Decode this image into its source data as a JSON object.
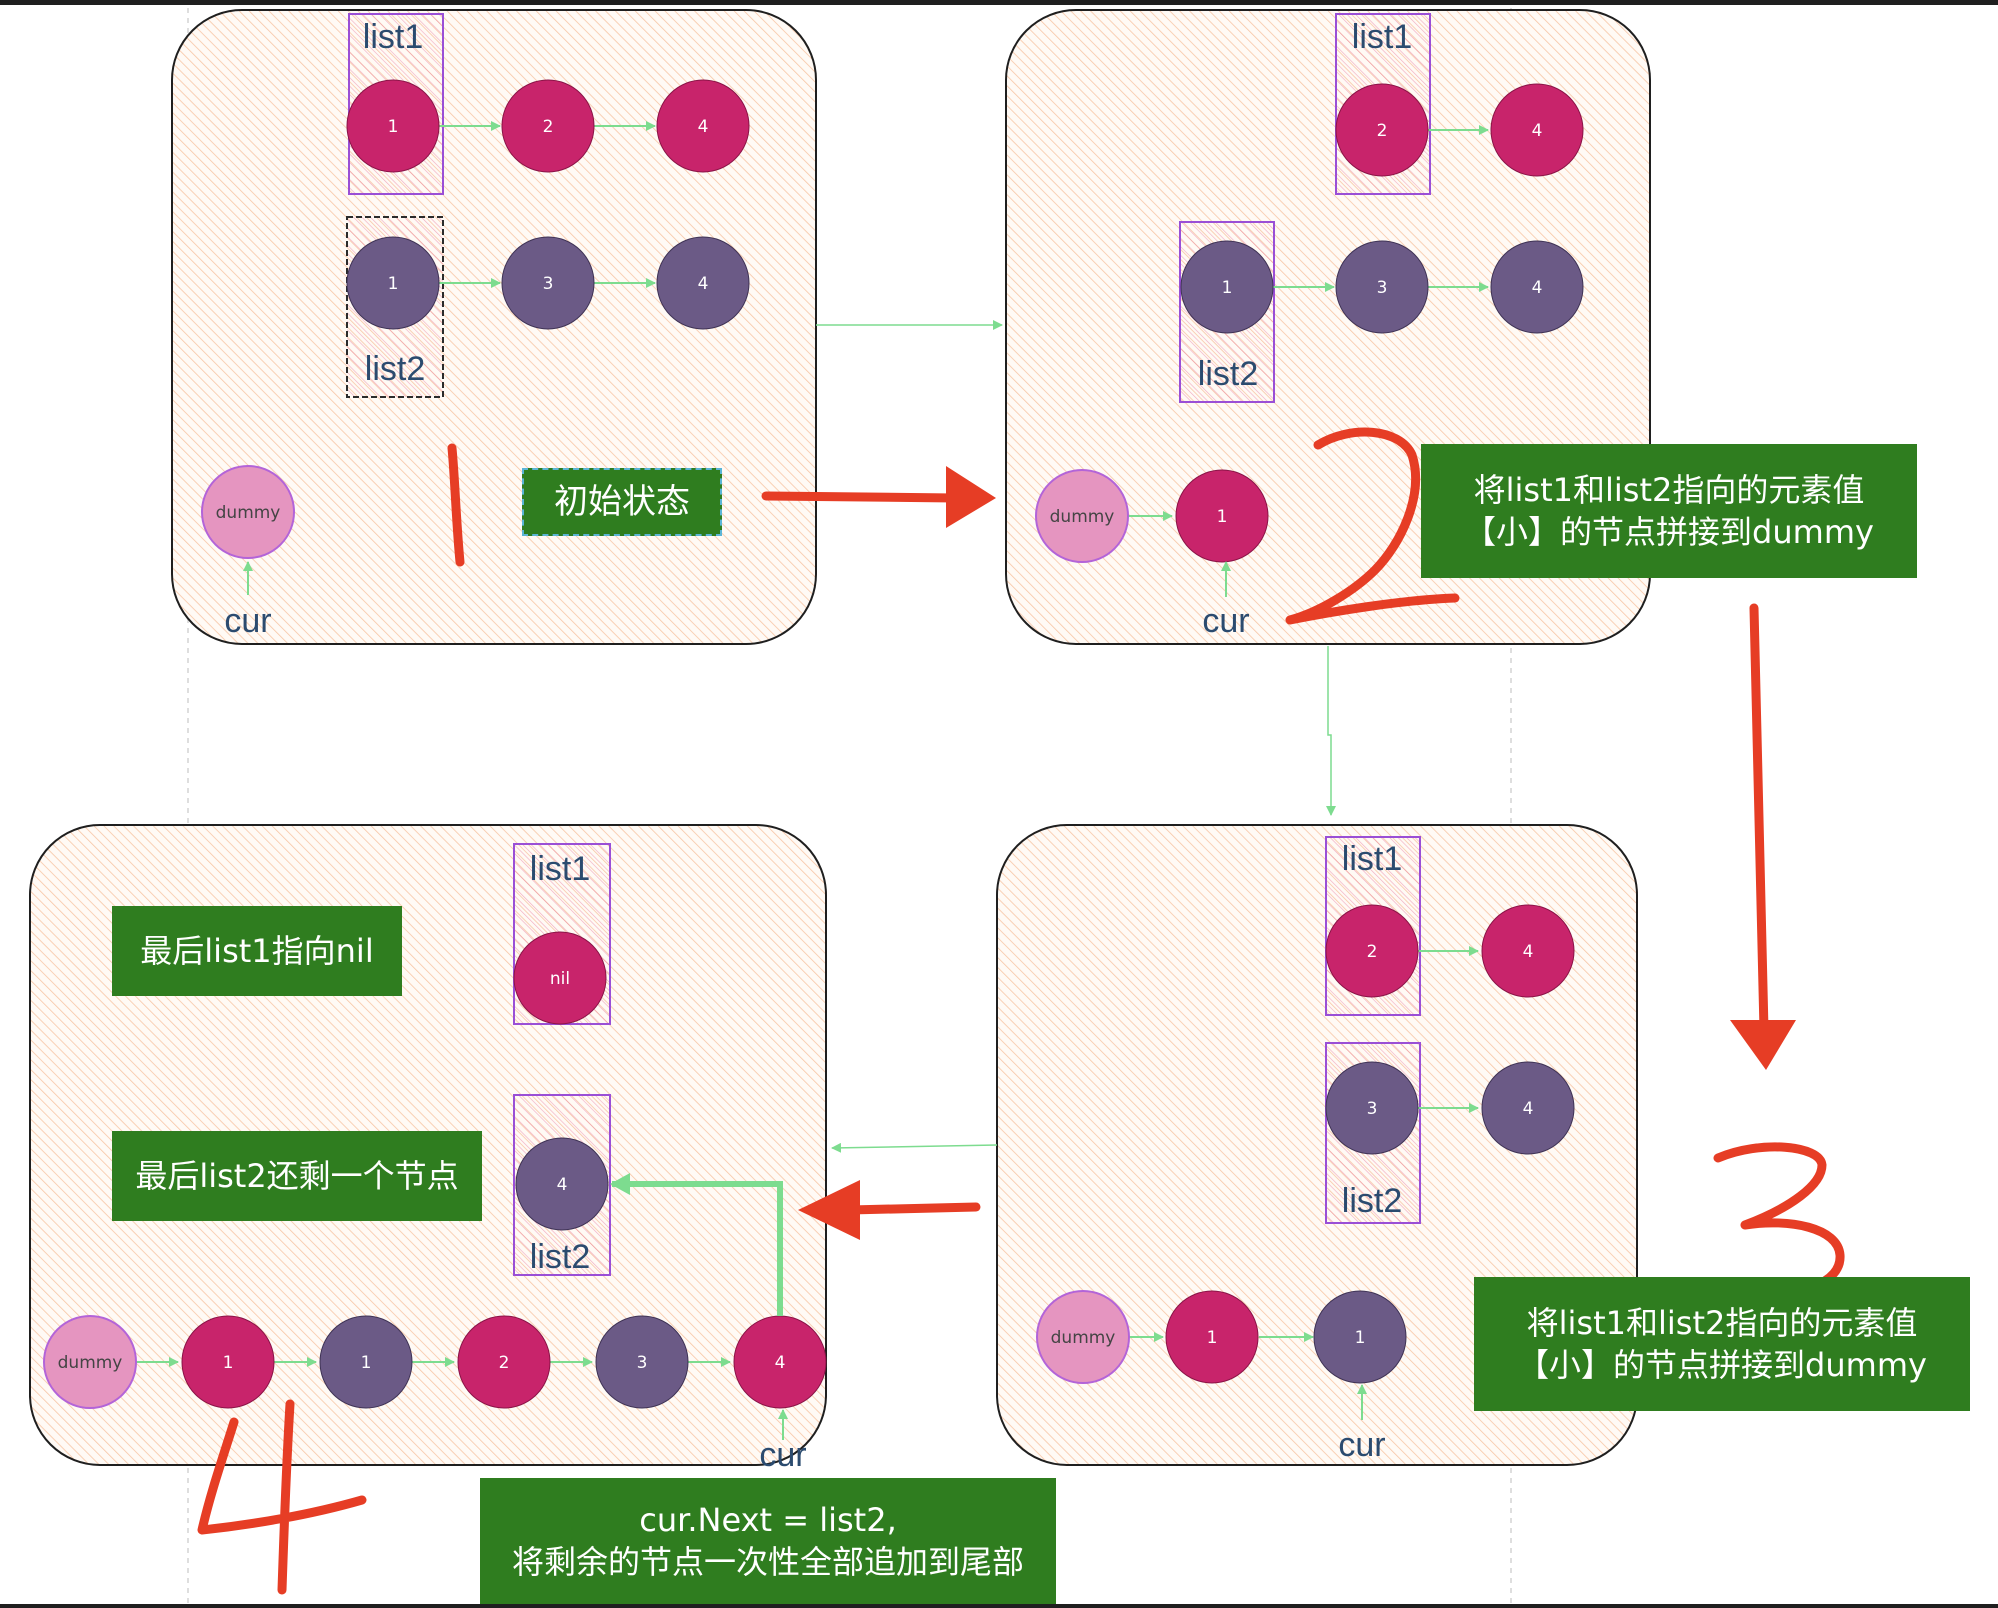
{
  "step1": {
    "list1_label": "list1",
    "list2_label": "list2",
    "list1_nodes": [
      "1",
      "2",
      "4"
    ],
    "list2_nodes": [
      "1",
      "3",
      "4"
    ],
    "dummy_label": "dummy",
    "cur_label": "cur",
    "caption": "初始状态"
  },
  "step2": {
    "list1_label": "list1",
    "list2_label": "list2",
    "list1_nodes": [
      "2",
      "4"
    ],
    "list2_nodes": [
      "1",
      "3",
      "4"
    ],
    "dummy_label": "dummy",
    "merged_nodes": [
      "1"
    ],
    "cur_label": "cur",
    "note_line1": "将list1和list2指向的元素值",
    "note_line2": "【小】的节点拼接到dummy"
  },
  "step3": {
    "list1_label": "list1",
    "list2_label": "list2",
    "list1_nodes": [
      "2",
      "4"
    ],
    "list2_nodes": [
      "3",
      "4"
    ],
    "dummy_label": "dummy",
    "merged_nodes": [
      "1",
      "1"
    ],
    "cur_label": "cur",
    "note_line1": "将list1和list2指向的元素值",
    "note_line2": "【小】的节点拼接到dummy"
  },
  "step4": {
    "list1_label": "list1",
    "list1_node": "nil",
    "list2_label": "list2",
    "list2_node": "4",
    "dummy_label": "dummy",
    "merged_nodes": [
      "1",
      "1",
      "2",
      "3",
      "4"
    ],
    "cur_label": "cur",
    "note_list1": "最后list1指向nil",
    "note_list2": "最后list2还剩一个节点",
    "code_line1": "cur.Next = list2,",
    "code_line2": "将剩余的节点一次性全部追加到尾部"
  },
  "colors": {
    "list1_node": "#c8246b",
    "list2_node": "#6b5a86",
    "dummy_node": "#e595c0",
    "green_box": "#2f7d1f",
    "arrow_red": "#e63d25",
    "edge_green": "#7ddc8f",
    "panel_hatch": "#f4b48a",
    "pointer_box": "#9a4fd6"
  }
}
